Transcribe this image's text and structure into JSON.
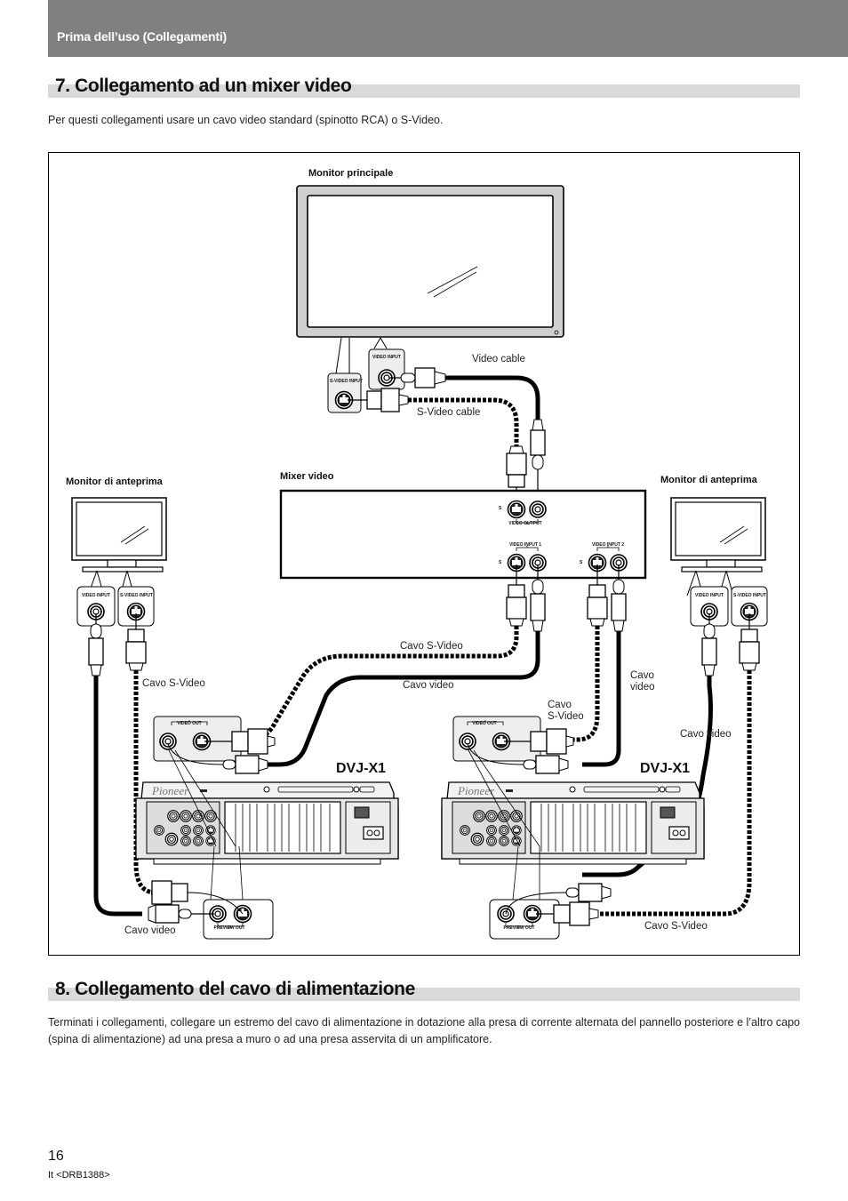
{
  "header": {
    "section_label": "Prima dell’uso (Collegamenti)"
  },
  "section7": {
    "title": "7. Collegamento ad un mixer video",
    "intro": "Per questi collegamenti usare un cavo video standard (spinotto RCA) o S-Video."
  },
  "diagram": {
    "main_monitor": {
      "label": "Monitor principale",
      "jack_video": "VIDEO INPUT",
      "jack_svideo": "S-VIDEO INPUT",
      "cable_video": "Video cable",
      "cable_svideo": "S-Video cable"
    },
    "mixer": {
      "label": "Mixer video",
      "output_label": "VIDEO OUTPUT",
      "input1_label": "VIDEO INPUT 1",
      "input2_label": "VIDEO INPUT 2",
      "s_marker": "S"
    },
    "preview_left": {
      "label": "Monitor di anteprima",
      "jack_video": "VIDEO INPUT",
      "jack_svideo": "S-VIDEO INPUT",
      "cable_svideo": "Cavo S-Video",
      "cable_video": "Cavo video"
    },
    "preview_right": {
      "label": "Monitor di anteprima",
      "jack_video": "VIDEO INPUT",
      "jack_svideo": "S-VIDEO INPUT",
      "cable_video": "Cavo video",
      "cable_svideo": "Cavo S-Video"
    },
    "mid_cables": {
      "svideo_1": "Cavo S-Video",
      "video_1": "Cavo video",
      "video_2": "Cavo\nvideo",
      "svideo_2": "Cavo\nS-Video"
    },
    "players": [
      {
        "model": "DVJ-X1",
        "video_out": "VIDEO OUT",
        "preview_out": "PREVIEW OUT"
      },
      {
        "model": "DVJ-X1",
        "video_out": "VIDEO OUT",
        "preview_out": "PREVIEW OUT"
      }
    ]
  },
  "section8": {
    "title": "8. Collegamento del cavo di alimentazione",
    "body": "Terminati i collegamenti, collegare un estremo del cavo di alimentazione in dotazione alla presa di corrente alternata del pannello posteriore e l’altro capo (spina di alimentazione) ad una presa a muro o ad una presa asservita di un amplificatore."
  },
  "footer": {
    "page_number": "16",
    "doc_code": "It <DRB1388>"
  }
}
